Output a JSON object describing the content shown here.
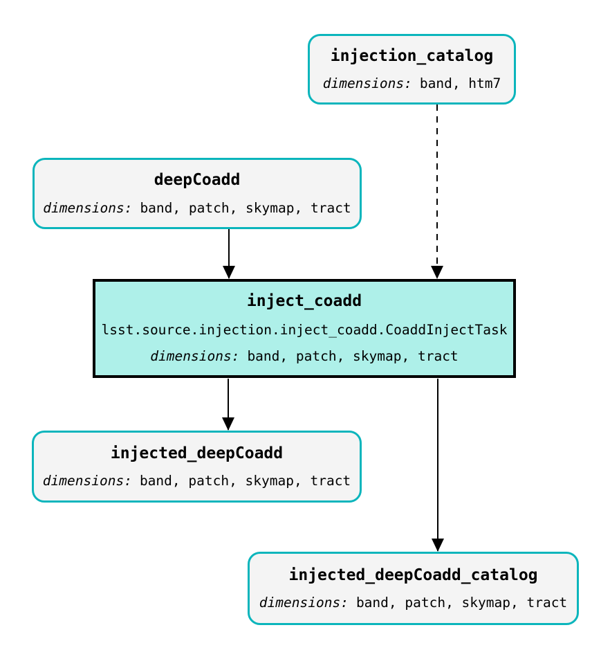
{
  "diagram": {
    "kind": "pipeline-task-graph",
    "colors": {
      "dataset_border": "#0bb5bc",
      "dataset_fill": "#f4f4f4",
      "task_border": "#000000",
      "task_fill": "#aef0e9",
      "edge": "#000000",
      "text": "#000000",
      "background": "#ffffff"
    },
    "nodes": [
      {
        "id": "injection_catalog",
        "type": "dataset",
        "title": "injection_catalog",
        "dimensions_label": "dimensions:",
        "dimensions": "band, htm7"
      },
      {
        "id": "deepCoadd",
        "type": "dataset",
        "title": "deepCoadd",
        "dimensions_label": "dimensions:",
        "dimensions": "band, patch, skymap, tract"
      },
      {
        "id": "inject_coadd",
        "type": "task",
        "title": "inject_coadd",
        "task_class": "lsst.source.injection.inject_coadd.CoaddInjectTask",
        "dimensions_label": "dimensions:",
        "dimensions": "band, patch, skymap, tract"
      },
      {
        "id": "injected_deepCoadd",
        "type": "dataset",
        "title": "injected_deepCoadd",
        "dimensions_label": "dimensions:",
        "dimensions": "band, patch, skymap, tract"
      },
      {
        "id": "injected_deepCoadd_catalog",
        "type": "dataset",
        "title": "injected_deepCoadd_catalog",
        "dimensions_label": "dimensions:",
        "dimensions": "band, patch, skymap, tract"
      }
    ],
    "edges": [
      {
        "from": "deepCoadd",
        "to": "inject_coadd",
        "style": "solid"
      },
      {
        "from": "injection_catalog",
        "to": "inject_coadd",
        "style": "dashed"
      },
      {
        "from": "inject_coadd",
        "to": "injected_deepCoadd",
        "style": "solid"
      },
      {
        "from": "inject_coadd",
        "to": "injected_deepCoadd_catalog",
        "style": "solid"
      }
    ]
  }
}
